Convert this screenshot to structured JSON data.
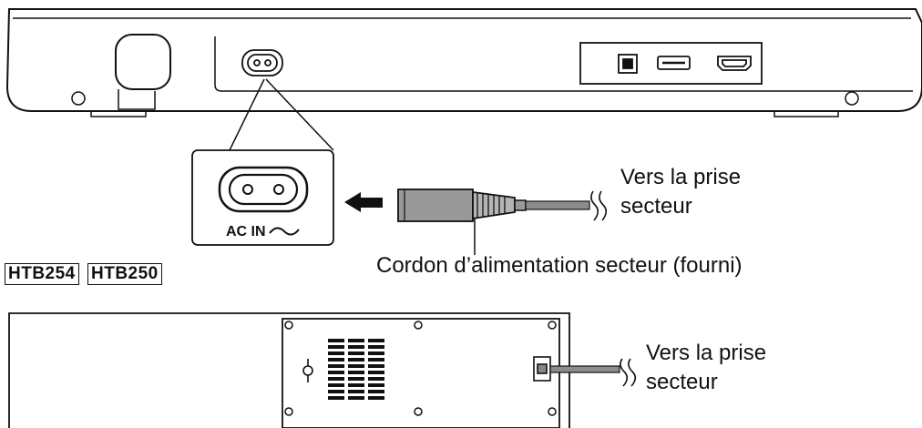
{
  "labels": {
    "ac_in": "AC IN",
    "to_outlet_top_line1": "Vers la prise",
    "to_outlet_top_line2": "secteur",
    "cord": "Cordon d’alimentation secteur (fourni)",
    "to_outlet_bottom_line1": "Vers la prise",
    "to_outlet_bottom_line2": "secteur"
  },
  "models": [
    "HTB254",
    "HTB250"
  ],
  "icons": {
    "ac_in": "ac-symbol-icon",
    "optical": "optical-port-icon",
    "usb": "usb-port-icon",
    "hdmi": "hdmi-port-icon",
    "arrow": "left-arrow-icon"
  },
  "colors": {
    "line": "#111111",
    "cord_gray": "#8c8c8c",
    "plug_gray": "#999999",
    "background": "#ffffff"
  }
}
